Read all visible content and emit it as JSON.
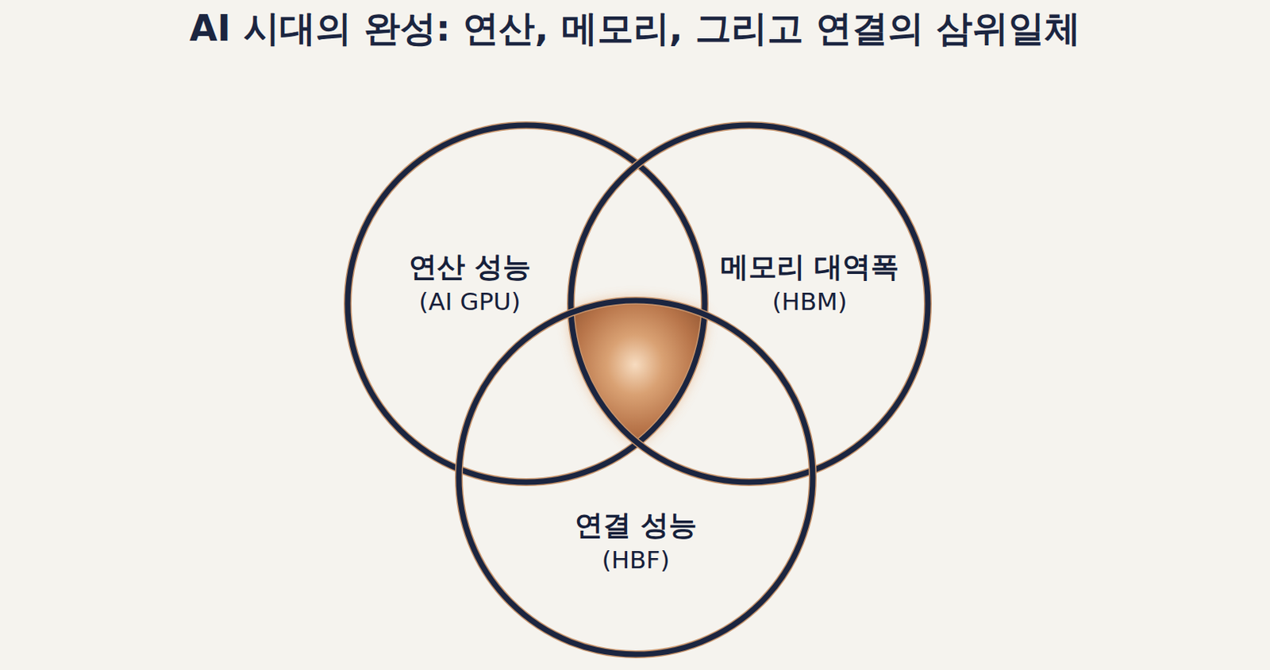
{
  "diagram": {
    "title": "AI 시대의 완성: 연산, 메모리, 그리고 연결의 삼위일체",
    "nodes": [
      {
        "text": [
          "연산 성능",
          "(AI GPU)"
        ]
      },
      {
        "text": [
          "메모리 대역폭",
          "(HBM)"
        ]
      },
      {
        "text": [
          "연결 성능",
          "(HBF)"
        ]
      }
    ]
  }
}
